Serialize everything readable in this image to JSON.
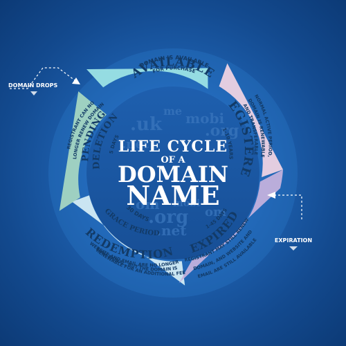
{
  "center": {
    "line1": "LIFE CYCLE",
    "line2": "OF A",
    "line3": "DOMAIN",
    "line4": "NAME",
    "bg_words": [
      "mobi",
      ".uk",
      "me",
      ".org",
      ".net",
      "mobi",
      "om",
      ".org",
      ".net",
      "om"
    ]
  },
  "stages": {
    "available": {
      "note1": "DOMAIN IS AVAILABLE",
      "note2": "FOR PURCHASE",
      "title": "AVAILABLE",
      "color": "#9fe6e6"
    },
    "registered": {
      "title": "REGISTERED",
      "duration": "1-10 YEARS",
      "desc1": "NORMAL ACTIVE PERIOD,",
      "desc2": "DOMAIN IS RENEWABLE",
      "desc3": "AND TRANSFERABLE",
      "color": "#f4d6e4"
    },
    "expired": {
      "duration": "1-45 DAYS",
      "title": "EXPIRED",
      "desc1": "REGISTRANT MAY STILL RENEW",
      "desc2": "DOMAIN, AND WEBSITE AND",
      "desc3": "EMAIL ARE STILL AVAILABLE",
      "color": "#c8b3dd"
    },
    "redemption": {
      "duration": "30 DAYS",
      "subtitle": "GRACE PERIOD",
      "title": "REDEMPTION",
      "desc1": "WEBSITE AND EMAIL ARE NO LONGER",
      "desc2": "FUNCTIONAL, BUT THE DOMAIN IS",
      "desc3": "RENEWABLE FOR AN ADDITIONAL FEE",
      "color": "#d9f0f6"
    },
    "pending": {
      "title1": "PENDING",
      "title2": "DELETION",
      "duration": "5 DAYS",
      "desc1": "REGISTRANT CAN NO",
      "desc2": "LONGER RENEW DOMAIN",
      "color": "#a9d9c2"
    }
  },
  "callouts": {
    "domain_drops": "DOMAIN DROPS",
    "expiration": "EXPIRATION"
  }
}
